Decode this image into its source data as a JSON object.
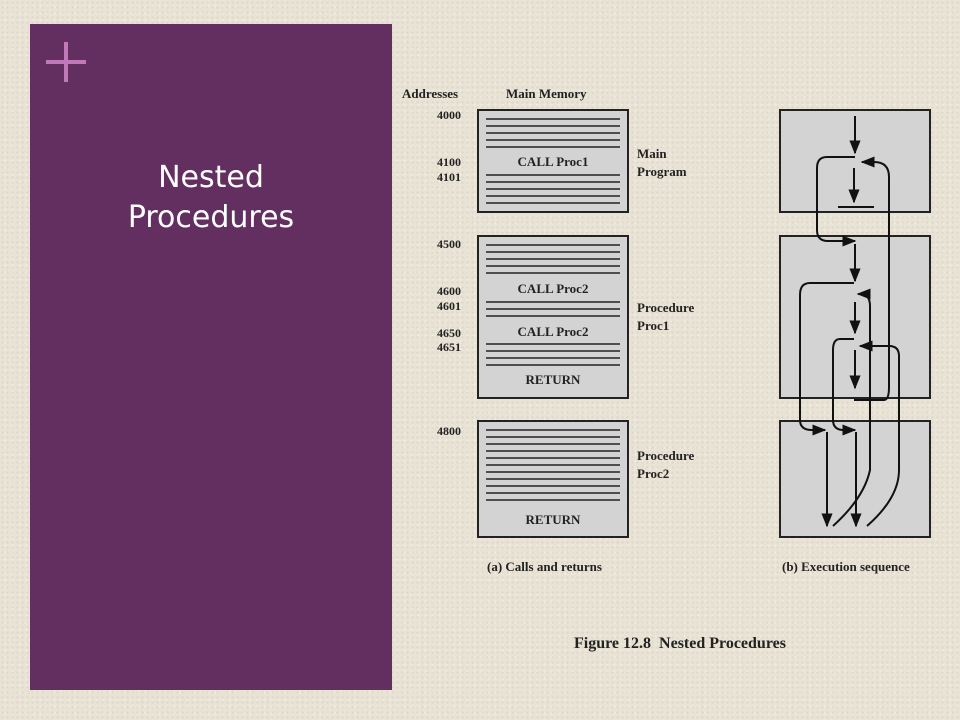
{
  "slide": {
    "title_line1": "Nested",
    "title_line2": "Procedures",
    "accent_color": "#622f60",
    "plus_color": "#c07ab9",
    "plus_icon": "plus-icon"
  },
  "figure": {
    "headers": {
      "addresses": "Addresses",
      "main_memory": "Main Memory"
    },
    "addresses": {
      "a4000": "4000",
      "a4100": "4100",
      "a4101": "4101",
      "a4500": "4500",
      "a4600": "4600",
      "a4601": "4601",
      "a4650": "4650",
      "a4651": "4651",
      "a4800": "4800"
    },
    "instructions": {
      "call_proc1": "CALL Proc1",
      "call_proc2_first": "CALL Proc2",
      "call_proc2_second": "CALL Proc2",
      "return_proc1": "RETURN",
      "return_proc2": "RETURN"
    },
    "block_labels": {
      "main_line1": "Main",
      "main_line2": "Program",
      "proc1_line1": "Procedure",
      "proc1_line2": "Proc1",
      "proc2_line1": "Procedure",
      "proc2_line2": "Proc2"
    },
    "subcaptions": {
      "a": "(a) Calls and returns",
      "b": "(b) Execution sequence"
    },
    "caption": "Figure 12.8  Nested Procedures",
    "block_fill": "#d3d3d3"
  }
}
